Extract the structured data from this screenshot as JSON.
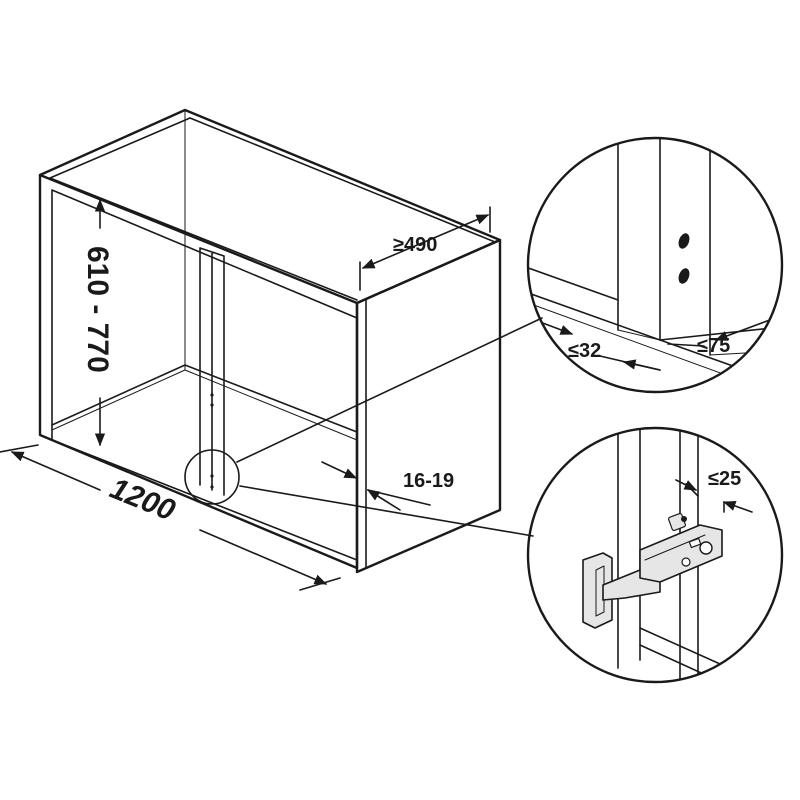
{
  "dimensions": {
    "width": "1200",
    "height_range": "610 - 770",
    "depth": "≥490",
    "panel_thickness": "16-19",
    "detail_offset": "≤32",
    "detail_side": "≤75",
    "hinge_offset": "≤25"
  },
  "colors": {
    "line": "#1a1a1a",
    "background": "#ffffff",
    "hinge_fill": "#e6e6e6"
  }
}
